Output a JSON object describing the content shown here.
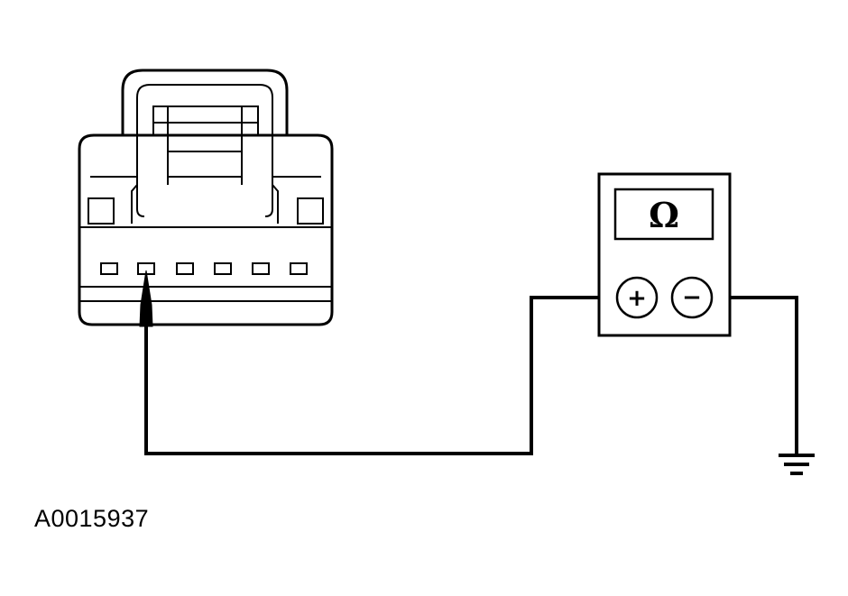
{
  "figure": {
    "id": "A0015937"
  },
  "meter": {
    "display_symbol": "Ω",
    "positive_terminal": "+",
    "negative_terminal": "−"
  },
  "connector": {
    "cavity_count": 6,
    "probed_cavity": 2
  },
  "icons": [
    "ohmmeter-icon",
    "ground-symbol-icon",
    "probe-tip-icon",
    "connector-icon"
  ],
  "colors": {
    "line": "#000000",
    "background": "#ffffff"
  }
}
